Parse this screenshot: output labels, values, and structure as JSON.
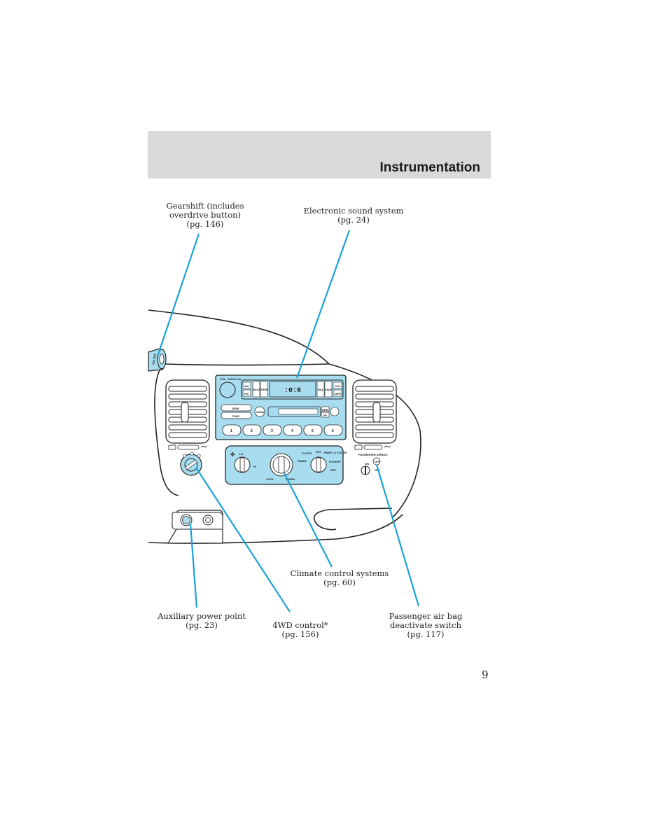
{
  "header": {
    "title": "Instrumentation"
  },
  "callouts": {
    "gearshift": [
      "Gearshift (includes",
      "overdrive button)",
      "(pg. 146)"
    ],
    "sound": [
      "Electronic sound system",
      "(pg. 24)"
    ],
    "climate": [
      "Climate control systems",
      "(pg. 60)"
    ],
    "aux": [
      "Auxiliary power point",
      "(pg. 23)"
    ],
    "fourwd": [
      "4WD control*",
      "(pg. 156)"
    ],
    "airbag": [
      "Passenger air bag",
      "deactivate switch",
      "(pg. 117)"
    ]
  },
  "panel_labels": {
    "vol_push_on": "VOL - PUSH ON",
    "am": "AM",
    "fm": "FM",
    "bass": "BASS",
    "treb": "TREB",
    "bal": "BAL",
    "fade": "FADE",
    "clk": "CLK",
    "tape": "TAPE",
    "seek": "SEEK",
    "tune": "TUNE",
    "scan": "SCAN",
    "rew": "REW",
    "ff": "FF",
    "presets": [
      "1",
      "2",
      "3",
      "4",
      "5",
      "6"
    ],
    "lo": "LO",
    "hi": "HI",
    "cool": "COOL",
    "warm": "WARM",
    "floor": "FLOOR",
    "off": "OFF",
    "panel_floor": "PANEL & FLOOR",
    "panel": "PANEL",
    "floor_defrost": "FLR/DEF",
    "def": "DEF",
    "passenger_airbag": "PASSENGER AIRBAG",
    "airbag_on": "ON",
    "airbag_off": "OFF",
    "overdrive": "O/D OFF"
  },
  "colors": {
    "accent": "#1aa3d9",
    "panel_fill": "#a8dcef",
    "header_bg": "#d9d9d9"
  },
  "page": {
    "number": "9"
  }
}
